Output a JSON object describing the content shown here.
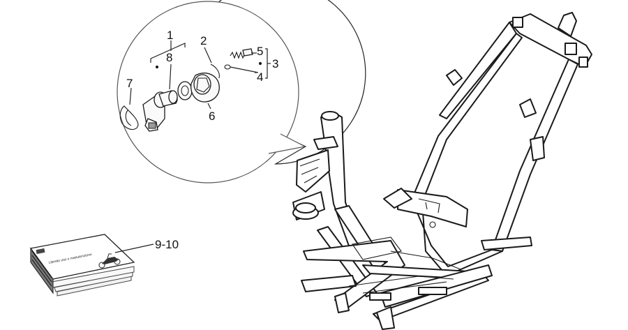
{
  "diagram": {
    "callouts": {
      "c1": "1",
      "c2": "2",
      "c3": "3",
      "c4": "4",
      "c5": "5",
      "c6": "6",
      "c7": "7",
      "c8": "8",
      "c9_10": "9-10"
    },
    "manual_cover_text": "Libretto uso e manutenzione"
  }
}
